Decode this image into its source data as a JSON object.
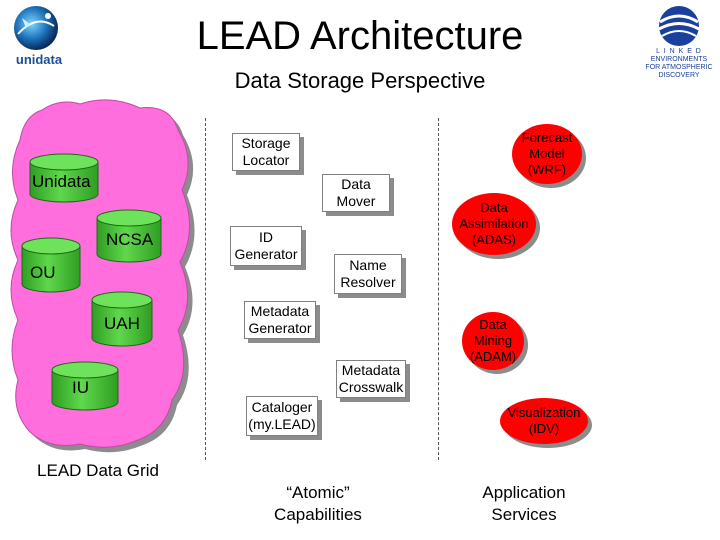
{
  "title": "LEAD Architecture",
  "subtitle": "Data Storage Perspective",
  "logos": {
    "left_text": "unidata",
    "right_text": [
      "L I N K E D",
      "ENVIRONMENTS",
      "FOR ATMOSPHERIC",
      "DISCOVERY"
    ]
  },
  "data_grid": {
    "sites": [
      "Unidata",
      "NCSA",
      "OU",
      "UAH",
      "IU"
    ],
    "caption": "LEAD Data Grid"
  },
  "atomic": {
    "items": [
      "Storage\nLocator",
      "Data\nMover",
      "ID\nGenerator",
      "Name\nResolver",
      "Metadata\nGenerator",
      "Metadata\nCrosswalk",
      "Cataloger\n(my.LEAD)"
    ],
    "caption": "“Atomic”\nCapabilities"
  },
  "services": {
    "items": [
      "Forecast\nModel\n(WRF)",
      "Data\nAssimilation\n(ADAS)",
      "Data\nMining\n(ADAM)",
      "Visualization\n(IDV)"
    ],
    "caption": "Application\nServices"
  },
  "colors": {
    "cylinder": "#48c838",
    "cloud": "#ff6edc",
    "service": "#ff0000",
    "shadow": "#8c8c8c"
  }
}
